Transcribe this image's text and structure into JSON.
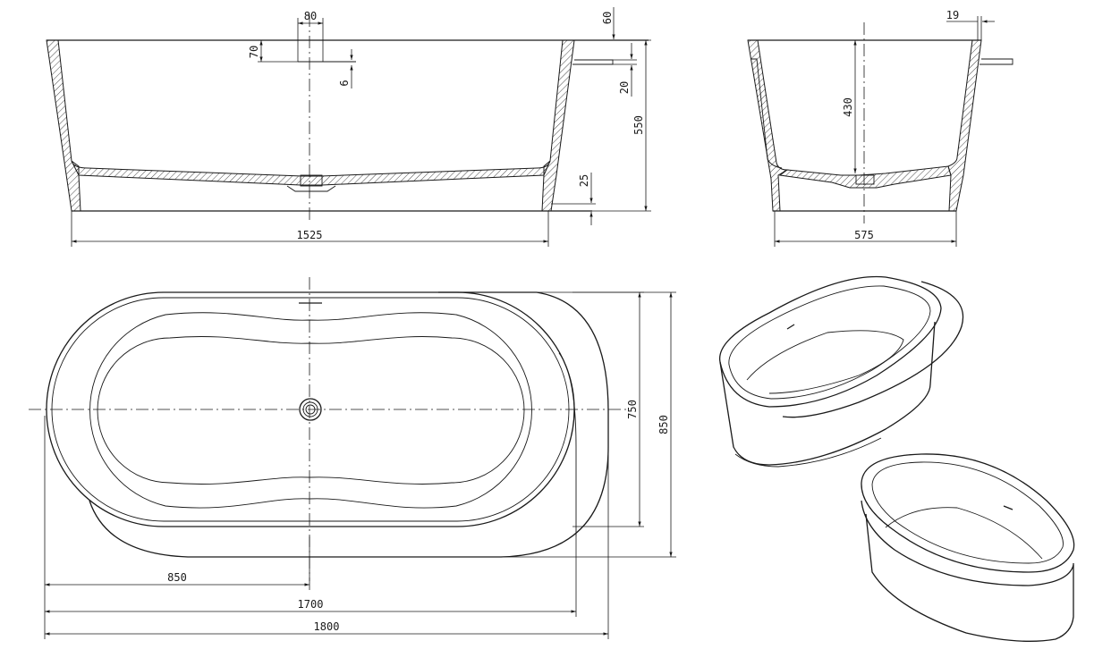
{
  "dimensions": {
    "section_long": {
      "length": "1525",
      "height": "550",
      "overflow_width": "80",
      "overflow_depth": "70",
      "overflow_gap": "6",
      "rim_offset": "60",
      "deck_thickness": "20",
      "base_height": "25"
    },
    "section_cross": {
      "width": "575",
      "inner_depth": "430",
      "deck_thickness": "19"
    },
    "plan": {
      "inner_width": "750",
      "outer_width": "850",
      "half_length": "850",
      "tub_length": "1700",
      "overall_length": "1800"
    }
  }
}
